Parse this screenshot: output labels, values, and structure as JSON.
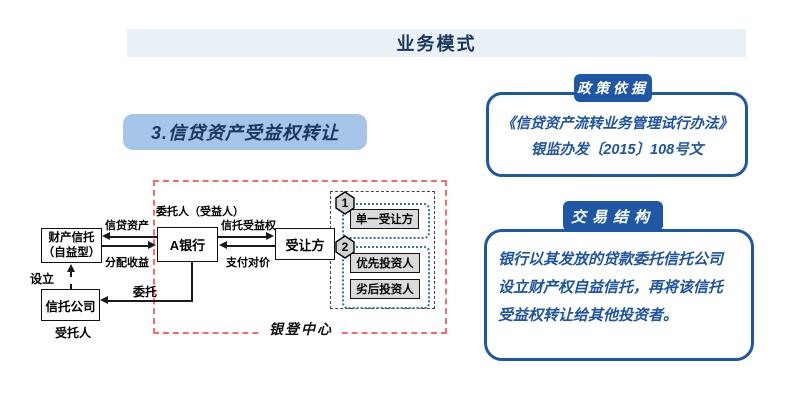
{
  "banner": {
    "title": "业务模式"
  },
  "section_title": "3.信贷资产受益权转让",
  "policy_box": {
    "tab": "政策依据",
    "lines": [
      "《信贷资产流转业务管理试行办法》",
      "银监办发〔2015〕108号文"
    ]
  },
  "structure_box": {
    "tab": "交易结构",
    "lines": [
      "银行以其发放的贷款委托信托公司",
      "设立财产权自益信托，再将该信托",
      "受益权转让给其他投资者。"
    ]
  },
  "diagram": {
    "nodes": {
      "property_trust": [
        "财产信托",
        "（自益型）"
      ],
      "bank": "A银行",
      "transferee": "受让方",
      "trust_company": "信托公司",
      "single_transferee": "单一受让方",
      "senior_investor": "优先投资人",
      "junior_investor": "劣后投资人"
    },
    "edge_labels": {
      "credit_assets": "信贷资产",
      "distribute_income": "分配收益",
      "trust_beneficial_rights": "信托受益权",
      "pay_consideration": "支付对价",
      "establish": "设立",
      "entrust": "委托"
    },
    "role_labels": {
      "principal_beneficiary": "委托人（受益人）",
      "trustee": "受托人"
    },
    "badges": {
      "one": "1",
      "two": "2"
    },
    "center_label": "银登中心"
  },
  "colors": {
    "accent_blue": "#2057A5",
    "title_navy": "#17375E",
    "banner_bg": "#EAF0F8",
    "section_bg": "#A6C5E8",
    "text_blue": "#1F55A0",
    "red_dashed": "#F96B6B",
    "blue_dotted": "#2E74B5",
    "grey_fill": "#DBDBDB"
  }
}
